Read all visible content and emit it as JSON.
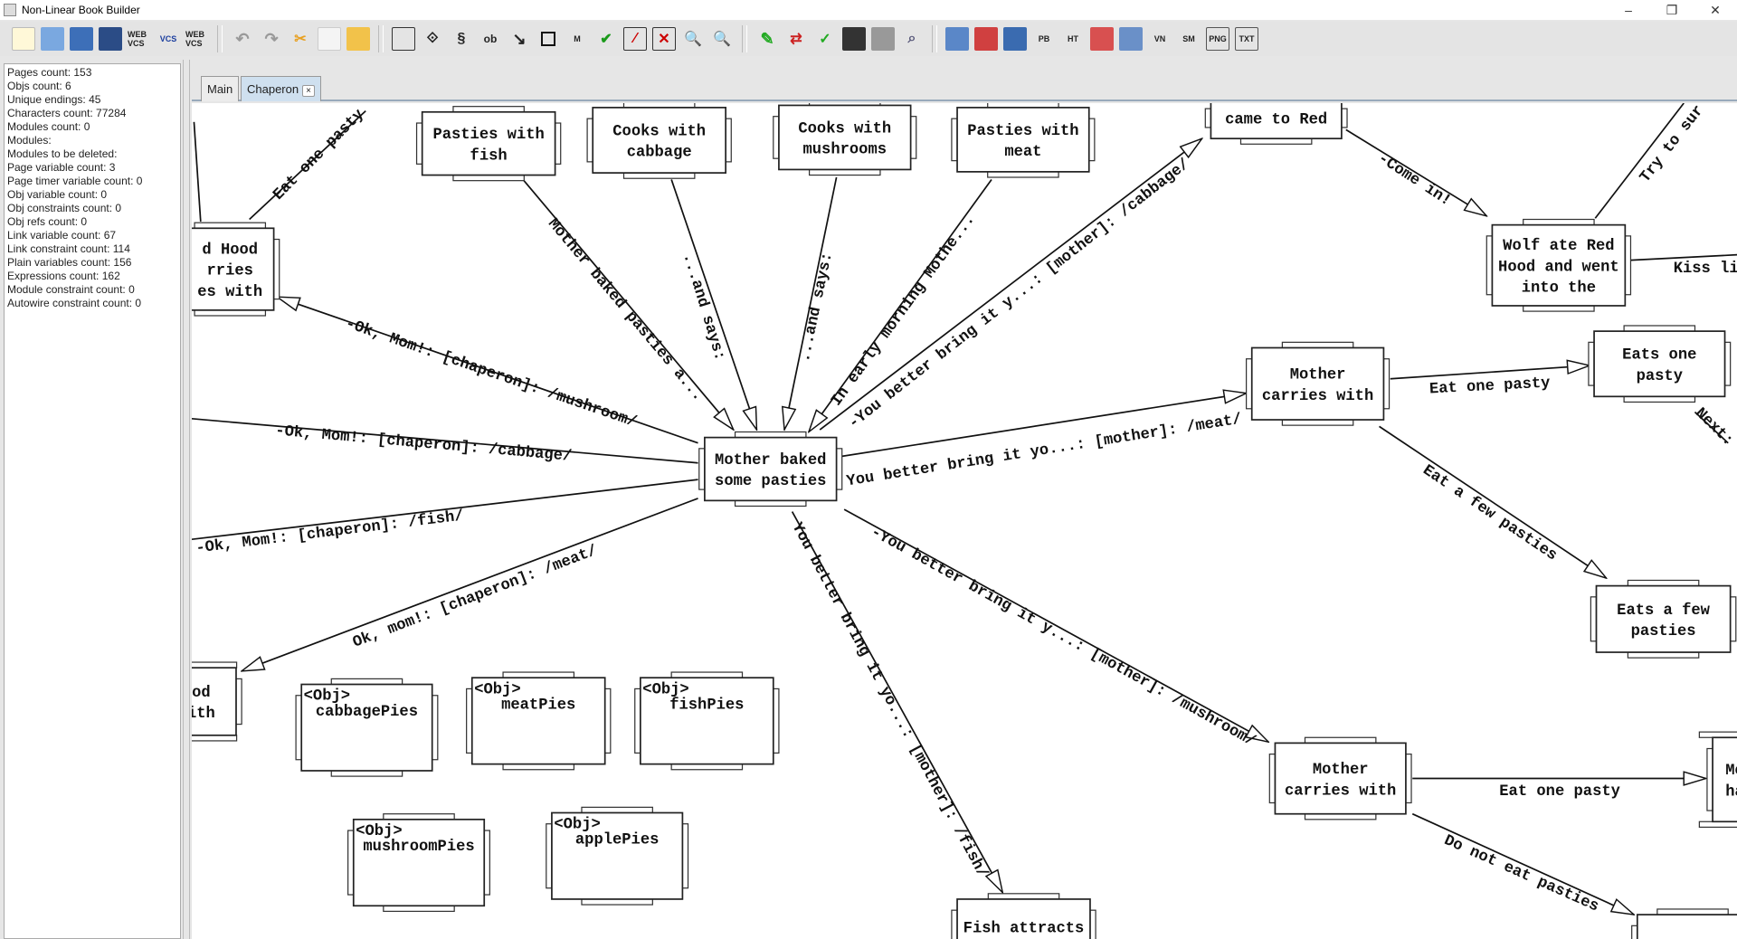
{
  "window": {
    "title": "Non-Linear Book Builder",
    "minimize": "–",
    "restore": "❐",
    "close": "✕"
  },
  "toolbar": {
    "web_vcs_1": "WEB VCS",
    "vcs": "VCS",
    "web_vcs_2": "WEB VCS",
    "pb": "PB",
    "ht": "HT",
    "vn": "VN",
    "sm": "SM",
    "png": "PNG",
    "txt": "TXT"
  },
  "stats": [
    "Pages count: 153",
    "Objs count: 6",
    "Unique endings: 45",
    "Characters count: 77284",
    "Modules count: 0",
    "Modules:",
    "Modules to be deleted:",
    "Page variable count: 3",
    "Page timer variable count: 0",
    "Obj variable count: 0",
    "Obj constraints count: 0",
    "Obj refs count: 0",
    "Link variable count: 67",
    "Link constraint count: 114",
    "Plain variables count: 156",
    "Expressions count: 162",
    "Module constraint count: 0",
    "Autowire constraint count: 0"
  ],
  "tabs": [
    {
      "label": "Main"
    },
    {
      "label": "Chaperon",
      "close": "×"
    }
  ],
  "nodes": {
    "hood": [
      "d Hood",
      "rries",
      "es with"
    ],
    "fish": [
      "Pasties with",
      "fish"
    ],
    "cabbage": [
      "Cooks with",
      "cabbage"
    ],
    "mushrooms": [
      "Cooks with",
      "mushrooms"
    ],
    "meat": [
      "Pasties with",
      "meat"
    ],
    "came": [
      "came to Red"
    ],
    "wolf": [
      "Wolf ate Red",
      "Hood and went",
      "into the"
    ],
    "carries1": [
      "Mother",
      "carries with"
    ],
    "eatsone": [
      "Eats one",
      "pasty"
    ],
    "baked": [
      "Mother baked",
      "some pasties"
    ],
    "eatsfew": [
      "Eats a few",
      "pasties"
    ],
    "carries2": [
      "Mother",
      "carries with"
    ],
    "mo": [
      "Mo",
      "ha"
    ],
    "od": [
      "od",
      "ith"
    ],
    "fishattracts": [
      "Fish attracts"
    ]
  },
  "objs": {
    "cabbagePies": [
      "<Obj>",
      "cabbagePies"
    ],
    "meatPies": [
      "<Obj>",
      "meatPies"
    ],
    "fishPies": [
      "<Obj>",
      "fishPies"
    ],
    "mushroomPies": [
      "<Obj>",
      "mushroomPies"
    ],
    "applePies": [
      "<Obj>",
      "applePies"
    ]
  },
  "edges": [
    "Eat one pasty",
    "-Ok, Mom!: [chaperon]: /mushroom/",
    "-Ok, Mom!: [chaperon]: /cabbage/",
    "-Ok, Mom!: [chaperon]: /fish/",
    "Ok, mom!: [chaperon]: /meat/",
    "Mother baked pasties a...",
    "...and says:",
    "...and says:",
    "In early morning Mothe...",
    "-You better bring it y...: [mother]: /cabbage/",
    "-Come in!",
    "Try to sur",
    "Kiss li",
    "You better bring it yo...: [mother]: /meat/",
    "Eat one pasty",
    "Next:",
    "Eat a few pasties",
    "-You better bring it y...: [mother]: /mushroom/",
    "You better bring it yo...: [mother]: /fish/",
    "Eat one pasty",
    "Do not eat pasties"
  ]
}
